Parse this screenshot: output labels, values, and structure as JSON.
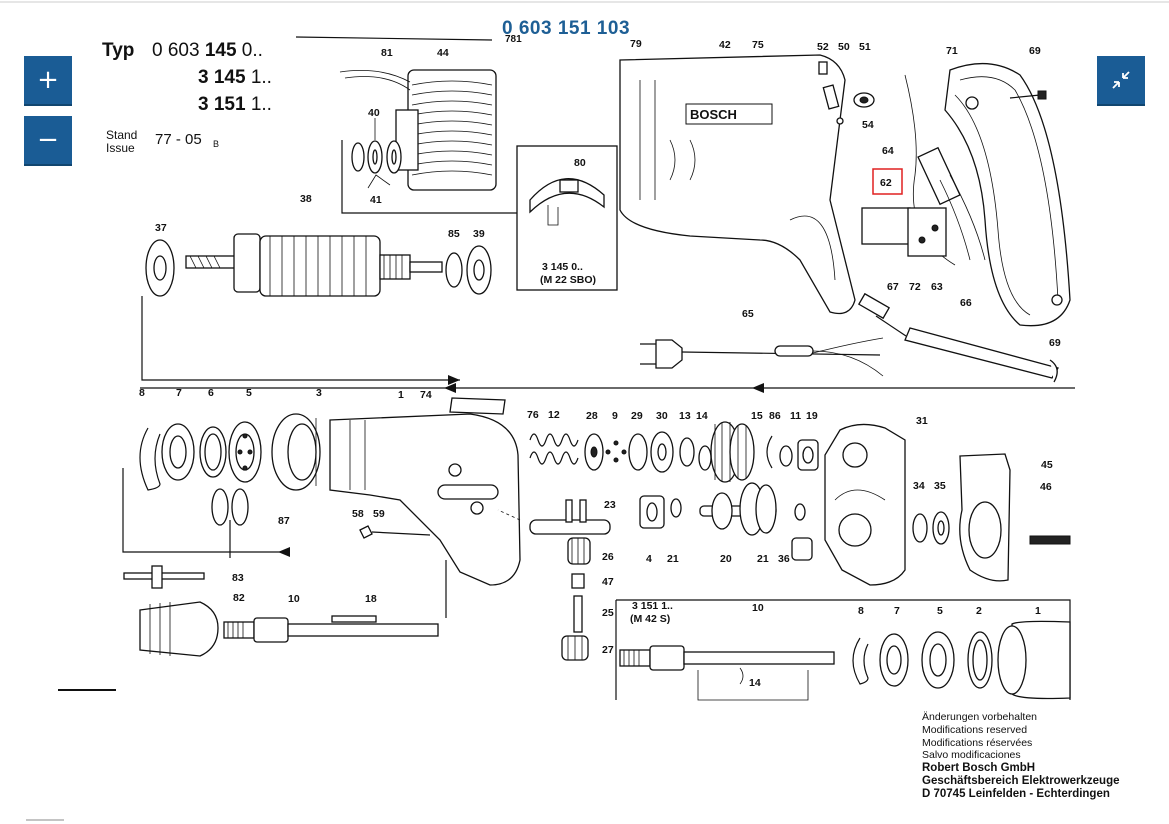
{
  "viewer": {
    "title": "0 603 151 103",
    "zoom_in_label": "+",
    "zoom_out_label": "−",
    "fullscreen_icon": "collapse-arrows-icon"
  },
  "header": {
    "typ_label": "Typ",
    "typ_row1_prefix": "0 603 ",
    "typ_row1_bold": "145",
    "typ_row1_suffix": " 0..",
    "typ_row2_bold": "3 145",
    "typ_row2_suffix": " 1..",
    "typ_row3_bold": "3 151",
    "typ_row3_suffix": " 1..",
    "stand_label": "Stand",
    "issue_label": "Issue",
    "issue_value": "77 - 05",
    "issue_sub": "B"
  },
  "inset_boxes": {
    "box80_line1": "3 145 0..",
    "box80_line2": "(M 22 SBO)",
    "box_m42_line1": "3 151 1..",
    "box_m42_line2": "(M 42 S)"
  },
  "housing_brand": "BOSCH",
  "highlighted_part": "62",
  "footer": {
    "line1": "Änderungen vorbehalten",
    "line2": "Modifications reserved",
    "line3": "Modifications réservées",
    "line4": "Salvo modificaciones",
    "line5": "Robert Bosch GmbH",
    "line6": "Geschäftsbereich Elektrowerkzeuge",
    "line7": "D 70745 Leinfelden - Echterdingen"
  },
  "part_labels": {
    "p81": "81",
    "p44": "44",
    "p781": "781",
    "p79": "79",
    "p42": "42",
    "p75": "75",
    "p52": "52",
    "p50": "50",
    "p51": "51",
    "p71": "71",
    "p69a": "69",
    "p54": "54",
    "p40": "40",
    "p41": "41",
    "p80": "80",
    "p64": "64",
    "p62": "62",
    "p38": "38",
    "p37": "37",
    "p85": "85",
    "p39": "39",
    "p67": "67",
    "p72": "72",
    "p63": "63",
    "p66": "66",
    "p65": "65",
    "p69b": "69",
    "p8": "8",
    "p7": "7",
    "p6": "6",
    "p5": "5",
    "p3": "3",
    "p1": "1",
    "p74": "74",
    "p76": "76",
    "p12": "12",
    "p28": "28",
    "p9": "9",
    "p29": "29",
    "p30": "30",
    "p13": "13",
    "p14": "14",
    "p15": "15",
    "p86": "86",
    "p11": "11",
    "p19": "19",
    "p31": "31",
    "p45": "45",
    "p34": "34",
    "p35": "35",
    "p46": "46",
    "p87": "87",
    "p58": "58",
    "p59": "59",
    "p23": "23",
    "p4": "4",
    "p21a": "21",
    "p20": "20",
    "p21b": "21",
    "p36": "36",
    "p26": "26",
    "p47": "47",
    "p83": "83",
    "p82": "82",
    "p10a": "10",
    "p18": "18",
    "p25": "25",
    "p27": "27",
    "p10b": "10",
    "p8b": "8",
    "p7b": "7",
    "p5b": "5",
    "p2": "2",
    "p1b": "1",
    "p14b": "14"
  }
}
